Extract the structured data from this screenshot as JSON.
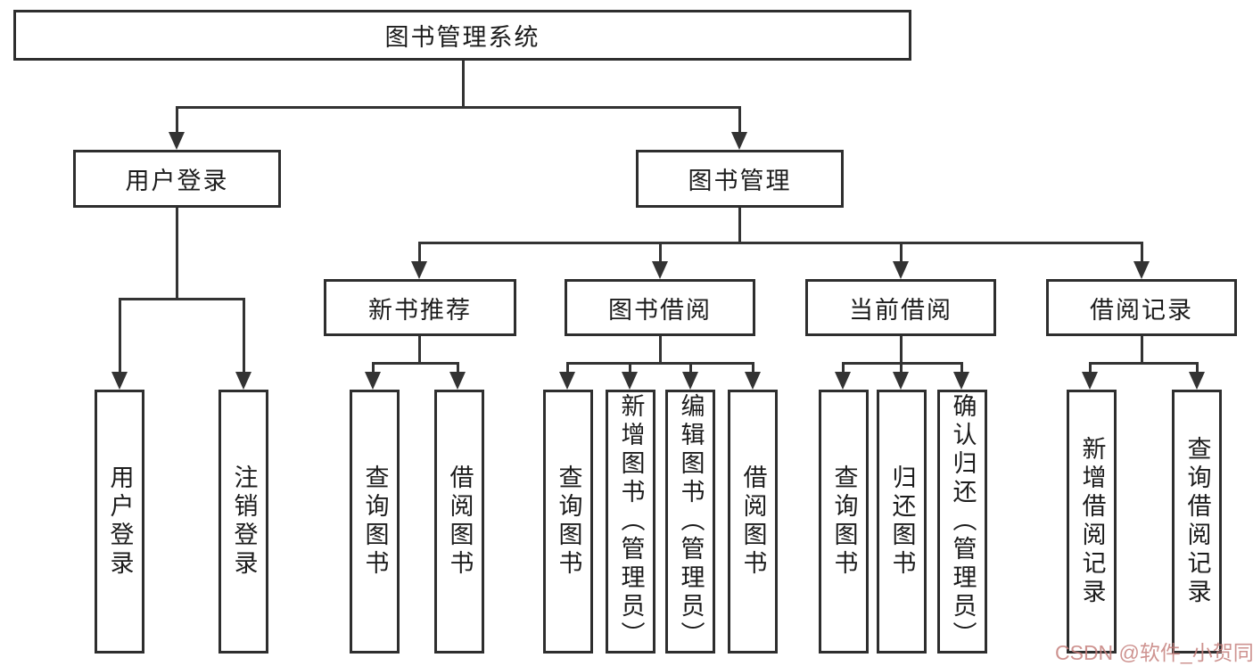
{
  "diagram": {
    "type": "hierarchy-tree",
    "colors": {
      "background": "#ffffff",
      "box_border": "#2e2e2e",
      "connector_line": "#333333",
      "text": "#1c1c1c",
      "watermark": "#c6807c"
    },
    "tree": {
      "root": {
        "label": "图书管理系统"
      },
      "branches": [
        {
          "label": "用户登录",
          "children": [
            {
              "label": "用户登录"
            },
            {
              "label": "注销登录"
            }
          ]
        },
        {
          "label": "图书管理",
          "children": [
            {
              "label": "新书推荐",
              "children": [
                {
                  "label": "查询图书"
                },
                {
                  "label": "借阅图书"
                }
              ]
            },
            {
              "label": "图书借阅",
              "children": [
                {
                  "label": "查询图书"
                },
                {
                  "label": "新增图书（管理员）"
                },
                {
                  "label": "编辑图书（管理员）"
                },
                {
                  "label": "借阅图书"
                }
              ]
            },
            {
              "label": "当前借阅",
              "children": [
                {
                  "label": "查询图书"
                },
                {
                  "label": "归还图书"
                },
                {
                  "label": "确认归还（管理员）"
                }
              ]
            },
            {
              "label": "借阅记录",
              "children": [
                {
                  "label": "新增借阅记录"
                },
                {
                  "label": "查询借阅记录"
                }
              ]
            }
          ]
        }
      ]
    },
    "watermark": {
      "text": "CSDN @软件_小贺同学"
    }
  }
}
